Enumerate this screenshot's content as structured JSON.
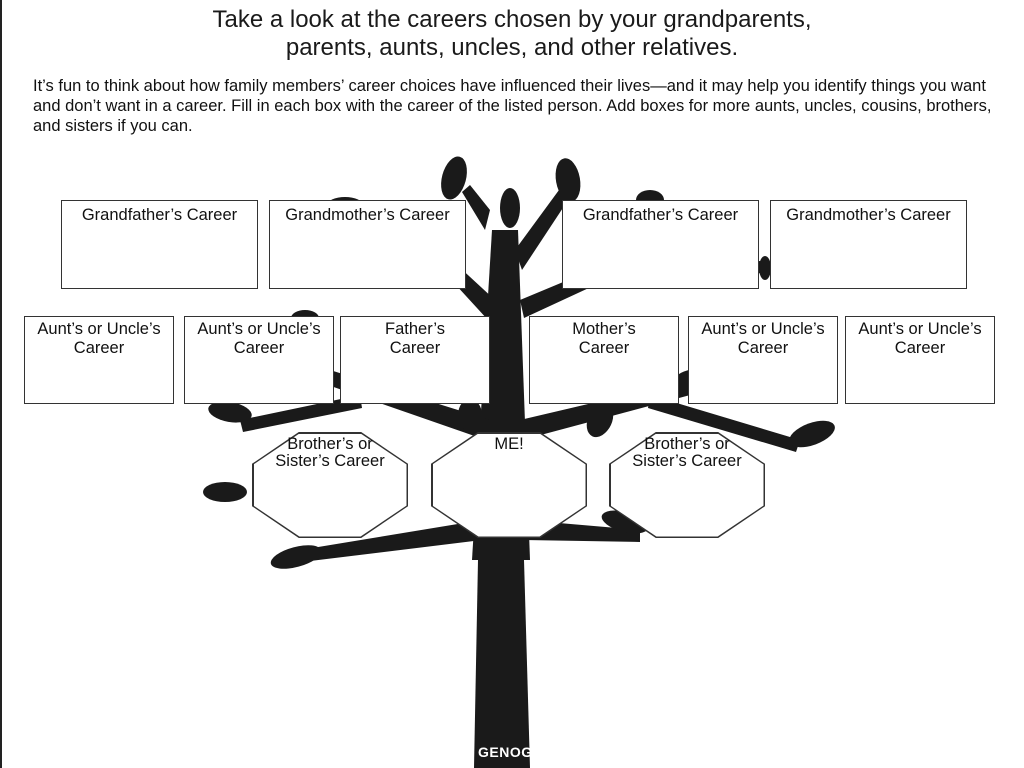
{
  "heading": "Take a look at the careers chosen by your grandparents, parents, aunts, uncles, and other relatives.",
  "heading_line1": "Take a look at the careers chosen by your grandparents,",
  "heading_line2": "parents, aunts, uncles, and other relatives.",
  "intro": "It’s fun to think about how family members’ career choices have influenced their lives—and it may help you identify things you want and don’t want in a career. Fill in each box with the career of the listed person. Add boxes for more aunts, uncles, cousins, brothers, and sisters if you can.",
  "tree": {
    "grandfather_1": "Grandfather’s Career",
    "grandmother_1": "Grandmother’s Career",
    "grandfather_2": "Grandfather’s Career",
    "grandmother_2": "Grandmother’s Career",
    "aunt_uncle_1": "Aunt’s or Uncle’s Career",
    "aunt_uncle_2": "Aunt’s or Uncle’s Career",
    "father": "Father’s Career",
    "mother": "Mother’s Career",
    "aunt_uncle_3": "Aunt’s or Uncle’s Career",
    "aunt_uncle_4": "Aunt’s or Uncle’s Career",
    "sibling_1": "Brother’s or Sister’s Career",
    "me": "ME!",
    "sibling_2": "Brother’s or Sister’s Career"
  },
  "footer": "GENOGR",
  "colors": {
    "ink": "#1a1a1a",
    "paper": "#ffffff"
  }
}
